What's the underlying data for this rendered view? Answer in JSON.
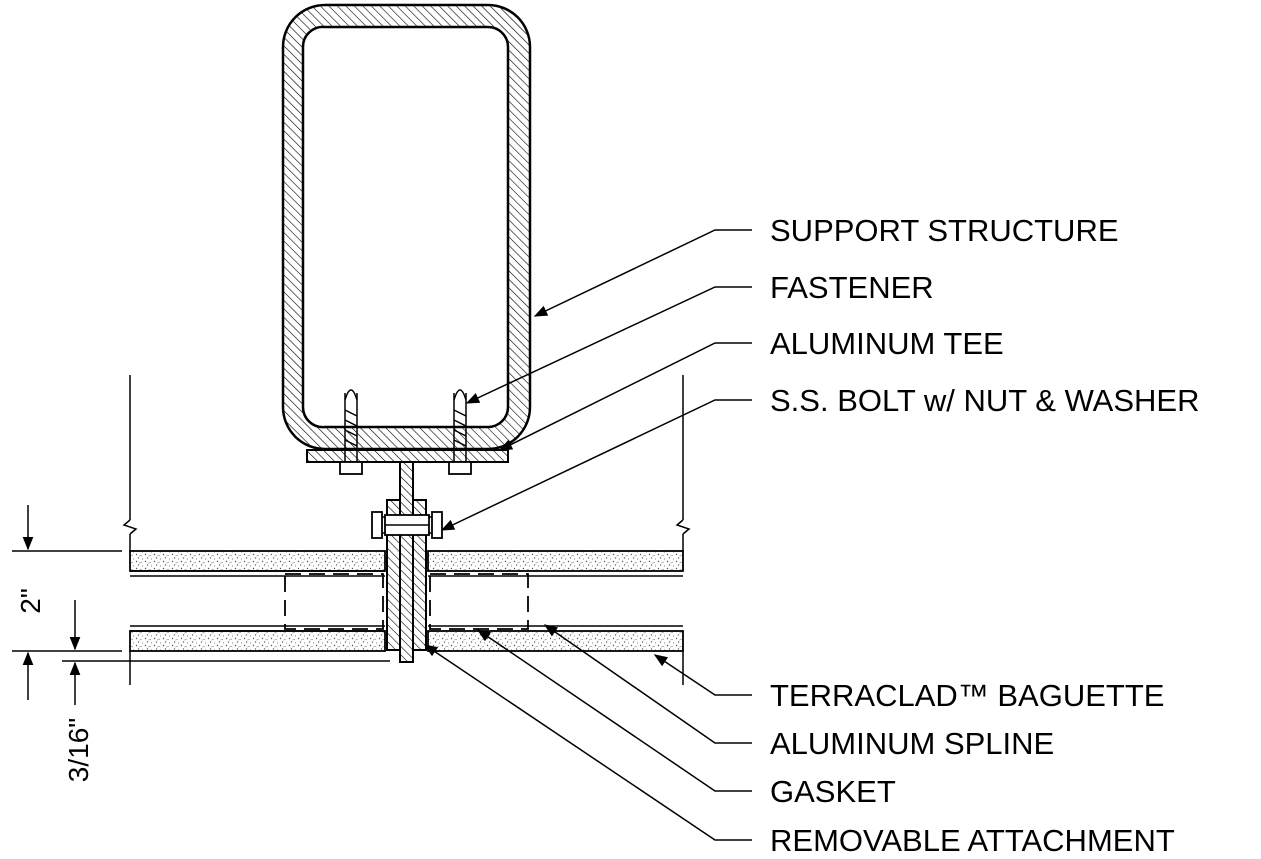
{
  "labels": {
    "support_structure": "SUPPORT STRUCTURE",
    "fastener": "FASTENER",
    "aluminum_tee": "ALUMINUM TEE",
    "ss_bolt": "S.S. BOLT w/ NUT & WASHER",
    "terraclad_baguette": "TERRACLAD™ BAGUETTE",
    "aluminum_spline": "ALUMINUM SPLINE",
    "gasket": "GASKET",
    "removable_attachment": "REMOVABLE ATTACHMENT"
  },
  "dimensions": {
    "panel_depth": "2\"",
    "gap": "3/16\""
  }
}
